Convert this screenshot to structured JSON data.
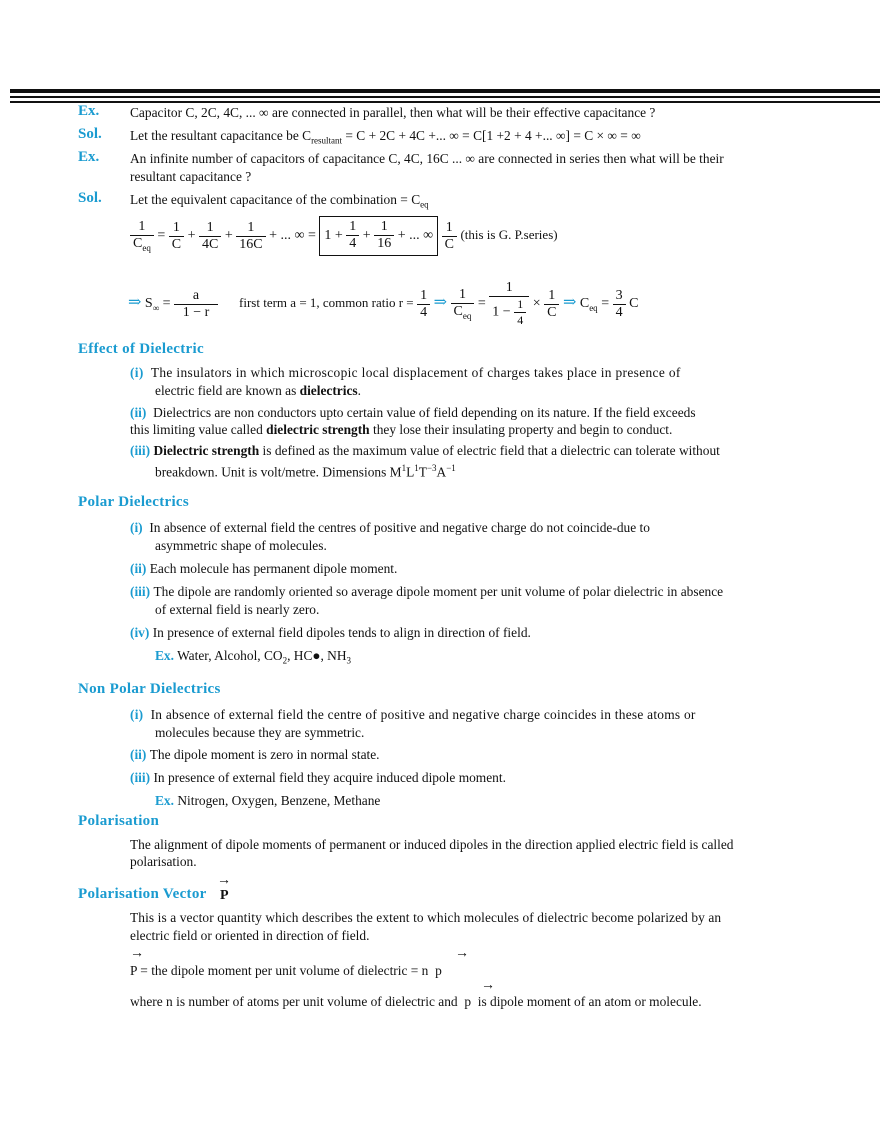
{
  "ex1": {
    "tag": "Ex.",
    "text": "Capacitor C, 2C, 4C, ... ∞ are connected in parallel, then what will be their effective capacitance ?"
  },
  "sol1": {
    "tag": "Sol.",
    "text_a": "Let the resultant capacitance be C",
    "sub": "resultant",
    "text_b": " = C + 2C + 4C +... ∞  = C[1 +2 + 4 +... ∞] = C ×  ∞ = ∞"
  },
  "ex2": {
    "tag": "Ex.",
    "line1": "An infinite number of capacitors of capacitance C, 4C, 16C ... ∞ are  connected in series then what will be their",
    "line2": "resultant capacitance ?"
  },
  "sol2": {
    "tag": "Sol.",
    "text": "Let the equivalent capacitance of the combination = C",
    "sub": "eq"
  },
  "eq1": {
    "one": "1",
    "ceq": "C",
    "eqsub": "eq",
    "c": "C",
    "c4": "4C",
    "c16": "16C",
    "dots": "+ ... ∞",
    "four": "4",
    "sixteen": "16",
    "inner_one": "1 +",
    "inner_dots": "+ ... ∞",
    "note": "(this is G. P.series)"
  },
  "eq2": {
    "s": "S",
    "ssub": "∞",
    "a": "a",
    "denom": "1 − r",
    "mid": "first term a = 1, common ratio r =",
    "one": "1",
    "four": "4",
    "cpre": "C",
    "csub": "eq",
    "three": "3",
    "c": "C",
    "onem": "1 −"
  },
  "dielectric": {
    "heading": "Effect of Dielectric",
    "items": [
      {
        "num": "(i)",
        "l1": "The insulators in which microscopic local displacement of charges takes place in presence of",
        "l2a": "electric field are known as ",
        "l2b": "dielectrics",
        "l2c": "."
      },
      {
        "num": "(ii)",
        "l1": "Dielectrics are non conductors upto certain value of field depending on its nature. If the field exceeds",
        "l2a": "this limiting value called ",
        "l2b": "dielectric strength",
        "l2c": " they lose their insulating property and begin to conduct."
      },
      {
        "num": "(iii)",
        "l1b": "Dielectric strength",
        "l1c": " is defined as the maximum value of electric field that a dielectric can tolerate without",
        "l2": "breakdown. Unit is volt/metre. Dimensions  M",
        "dims": "1",
        "dl": "L",
        "dims2": "1",
        "dt": "T",
        "dims3": "−3",
        "da": "A",
        "dims4": "−1"
      }
    ]
  },
  "polar": {
    "heading": "Polar Dielectrics",
    "items": [
      {
        "num": "(i)",
        "l1": "In absence of external field the centres of positive and negative charge do not coincide-due to",
        "l2": "asymmetric shape of molecules."
      },
      {
        "num": "(ii)",
        "l1": "Each molecule has permanent dipole moment."
      },
      {
        "num": "(iii)",
        "l1": "The dipole are randomly oriented so average dipole moment per unit volume of polar dielectric in absence",
        "l2": "of external field is nearly zero."
      },
      {
        "num": "(iv)",
        "l1": "In presence of external field dipoles tends to align in direction of field."
      }
    ],
    "ex_tag": "Ex.",
    "ex_a": "Water, Alcohol, CO",
    "ex_sub1": "2",
    "ex_b": ", HC●, NH",
    "ex_sub2": "3"
  },
  "nonpolar": {
    "heading": "Non Polar Dielectrics",
    "items": [
      {
        "num": "(i)",
        "l1": "In absence of external field the centre of positive and negative charge coincides in these atoms or",
        "l2": "molecules because they are symmetric."
      },
      {
        "num": "(ii)",
        "l1": "The dipole moment is zero in normal state."
      },
      {
        "num": "(iii)",
        "l1": "In presence of external field they acquire induced dipole moment."
      }
    ],
    "ex_tag": "Ex.",
    "ex": "Nitrogen, Oxygen, Benzene, Methane"
  },
  "polarisation": {
    "heading": "Polarisation",
    "l1": "The alignment of dipole moments of permanent or induced dipoles in the direction applied electric field is called",
    "l2": "polarisation."
  },
  "pvector": {
    "heading": "Polarisation Vector",
    "P": "P",
    "l1": "This is a vector quantity which describes the extent to which molecules of dielectric become polarized by an",
    "l2": "electric field or oriented in direction of field.",
    "eq_p": "P",
    "eq_text": " = the dipole moment per unit volume of dielectric = ",
    "eq_n": "n",
    "eq_pp": "p",
    "last_a": "where n is number of atoms per unit volume of dielectric and ",
    "last_p": "p",
    "last_b": " is dipole moment of an atom or molecule."
  }
}
